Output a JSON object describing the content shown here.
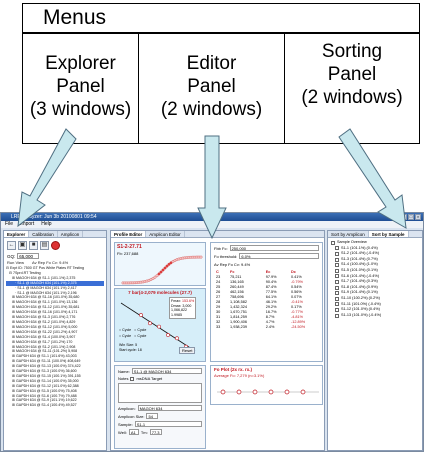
{
  "annotation": {
    "menus_label": "Menus",
    "explorer_label": [
      "Explorer",
      "Panel",
      "(3 windows)"
    ],
    "editor_label": [
      "Editor",
      "Panel",
      "(2 windows)"
    ],
    "sorting_label": [
      "Sorting",
      "Panel",
      "(2 windows)"
    ]
  },
  "window": {
    "title": "LRE Analyzer: Jun 3b 20100801 09:54",
    "menu": [
      "File",
      "Import",
      "Help"
    ]
  },
  "explorer": {
    "tabs": [
      "Explorer",
      "Calibration",
      "Amplicon"
    ],
    "gq_label": "GQ:",
    "gq_value": "65,000",
    "run_view": "Run View",
    "avg_label": "Av Rep Fo Cv: 9.4%",
    "tree": [
      {
        "text": "Expt ID: 7500 GT Pos White Plates RT Testing",
        "level": 0
      },
      {
        "text": "7Sprd.RT Testing",
        "level": 1
      },
      {
        "text": "MAGOH 634 @ S1-1 (101.1%) 2,375",
        "level": 2
      },
      {
        "text": "S1-1 @ MAGOH 634 (101.1%) 2,375",
        "level": 3,
        "selected": true
      },
      {
        "text": "S1-1 @ MAGOH 634 (101.1%) 2,417",
        "level": 3
      },
      {
        "text": "S1-1 @ MAGOH 634 (101.1%) 2,196",
        "level": 3
      },
      {
        "text": "MAGOH 634 @ S1-16 (101.0%) 35,680",
        "level": 2
      },
      {
        "text": "MAGOH 634 @ S1-1 (101.0%) 13,136",
        "level": 2
      },
      {
        "text": "MAGOH 634 @ S1-12 (101.0%) 35,681",
        "level": 2
      },
      {
        "text": "MAGOH 634 @ S1-16 (101.0%) 4,171",
        "level": 2
      },
      {
        "text": "MAGOH 634 @ S1-3 (101.0%) 2,776",
        "level": 2
      },
      {
        "text": "MAGOH 634 @ S1-2 (101.0%) 4,829",
        "level": 2
      },
      {
        "text": "MAGOH 634 @ S1-12 (101.0%) 5,000",
        "level": 2
      },
      {
        "text": "MAGOH 634 @ S1-22 (101.2%) 4,907",
        "level": 2
      },
      {
        "text": "MAGOH 634 @ S1-4 (100.0%) 3,907",
        "level": 2
      },
      {
        "text": "MAGOH 634 @ S1-7 (101.2%) 170",
        "level": 2
      },
      {
        "text": "MAGOH 634 @ S1-2 (101.1%) 2,908",
        "level": 2
      },
      {
        "text": "MAGOH 634 @ S1-11 (101.2%) 5,908",
        "level": 2
      },
      {
        "text": "GAPDH 634 @ S1-1 (101.6%) 43,003",
        "level": 2
      },
      {
        "text": "GAPDH 634 @ S1-11 (100.0%) 408,649",
        "level": 2
      },
      {
        "text": "GAPDH 634 @ S1-13 (100.0%) 374,422",
        "level": 2
      },
      {
        "text": "GAPDH 634 @ S1-3 (100.0%) 36,600",
        "level": 2
      },
      {
        "text": "GAPDH 634 @ S1-15 (100.1%) 391,155",
        "level": 2
      },
      {
        "text": "GAPDH 634 @ S1-14 (100.0%) 35,000",
        "level": 2
      },
      {
        "text": "GAPDH 634 @ S1-12 (101.0%) 62,388",
        "level": 2
      },
      {
        "text": "GAPDH 634 @ S1-5 (100.0%) 75,408",
        "level": 2
      },
      {
        "text": "GAPDH 634 @ S1-6 (100.7%) 79,488",
        "level": 2
      },
      {
        "text": "GAPDH 634 @ S1-9 (101.1%) 19,622",
        "level": 2
      },
      {
        "text": "GAPDH 634 @ S1-4 (100.4%) 49,527",
        "level": 2
      }
    ]
  },
  "editor": {
    "tabs": [
      "Profile Editor",
      "Amplicon Editor"
    ],
    "profile_title": "S1-2-27.71",
    "profile_sub": "Fb: 237,688",
    "window_label": "7 bar(4-2,079 molecules (27.7)",
    "fmax_label": "Fmax:",
    "fmax_value": "153.6%",
    "pmax_label": "Dmax:",
    "stats": [
      "3,000",
      "1,066,822",
      "1.9985"
    ],
    "fc_label": "Fc",
    "cycle_labels": [
      "Cycle",
      "Cycle",
      "Cycle",
      "Cycle"
    ],
    "win_size": "Win Size: 5",
    "start_cycle": "Start cycle: 18",
    "reset_button": "Reset",
    "fbb_label": "Fbb Fc:",
    "fbb_value": "250,000",
    "fo_threshold_label": "Fo threshold:",
    "fo_threshold_value": "6.0%",
    "avg_label": "Av Rep Fo Cv: 9.4%",
    "table_headers": [
      "C",
      "Fc",
      "Ec",
      "Dc"
    ],
    "table_rows": [
      [
        "23",
        "75,211",
        "97.9%",
        "0.41%"
      ],
      [
        "24",
        "136,165",
        "90.4%",
        "-0.79%"
      ],
      [
        "25",
        "260,449",
        "87.4%",
        "0.54%"
      ],
      [
        "26",
        "462,156",
        "77.5%",
        "0.56%"
      ],
      [
        "27",
        "758,696",
        "64.1%",
        "0.07%"
      ],
      [
        "28",
        "1,108,582",
        "46.1%",
        "-0.41%"
      ],
      [
        "29",
        "1,432,324",
        "29.2%",
        "0.17%"
      ],
      [
        "30",
        "1,670,751",
        "16.7%",
        "-0.77%"
      ],
      [
        "31",
        "1,814,259",
        "8.7%",
        "-4.81%"
      ],
      [
        "32",
        "1,900,406",
        "4.7%",
        "-12.89%"
      ],
      [
        "33",
        "1,938,239",
        "2.4%",
        "-24.50%"
      ]
    ],
    "form": {
      "name_label": "Name:",
      "name_value": "S1-1 @ MAGOH 634",
      "notes_label": "Notes",
      "exclude_label": "msDNA Target",
      "amplicon_label": "Amplicon:",
      "amplicon_value": "MAGOH 634",
      "amplicon_size_label": "Amplicon Size:",
      "amplicon_size_value": "54",
      "sample_label": "Sample:",
      "sample_value": "S1-1",
      "well_label": "Well:",
      "well_value": "A1",
      "tm_label": "Tm:",
      "tm_value": "77.3"
    },
    "fo_plot_title": "Fo Plot (2x rx. rx.)",
    "fo_plot_sub": "Average Fo: 7,279 (n=3.1%)"
  },
  "sorting": {
    "tabs": [
      "Sort by Amplicon",
      "Sort by Sample"
    ],
    "root": "Sample Overview",
    "items": [
      "S1-1 (101.1%) (0.4%)",
      "S1-2 (101.4%) (-0.4%)",
      "S1-3 (101.4%) (0.7%)",
      "S1-4 (100.4%) (1.0%)",
      "S1-5 (101.0%) (0.1%)",
      "S1-6 (101.4%) (-0.4%)",
      "S1-7 (101.4%) (0.3%)",
      "S1-8 (101.4%) (0.9%)",
      "S1-9 (101.4%) (0.1%)",
      "S1-10 (100.2%) (0.2%)",
      "S1-11 (101.0%) (-0.4%)",
      "S1-12 (101.0%) (0.4%)",
      "S1-13 (101.0%) (-0.4%)"
    ]
  }
}
